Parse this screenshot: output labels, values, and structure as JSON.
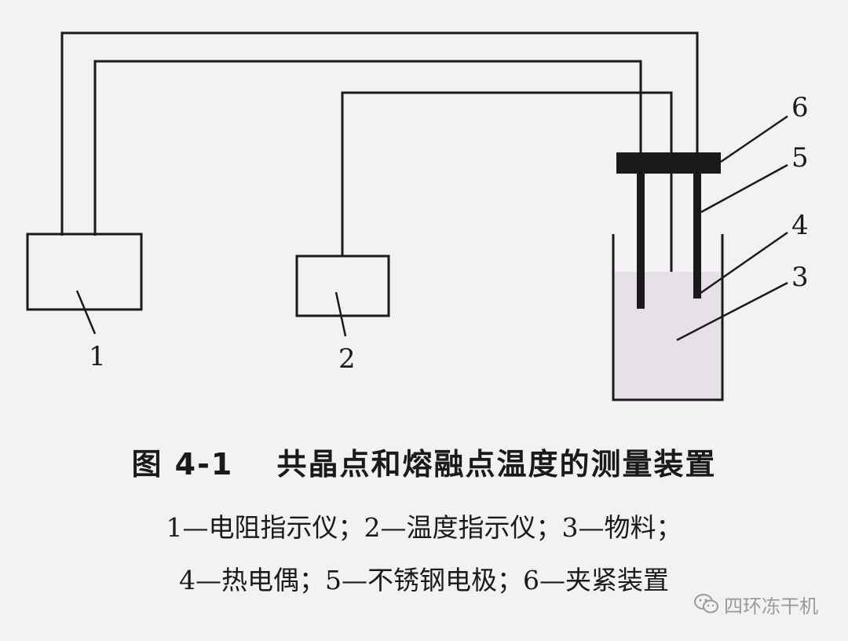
{
  "diagram": {
    "callouts": [
      "1",
      "2",
      "3",
      "4",
      "5",
      "6"
    ]
  },
  "caption": {
    "title": "图 4-1　 共晶点和熔融点温度的测量装置",
    "line1": "1—电阻指示仪；2—温度指示仪；3—物料；",
    "line2": "4—热电偶；5—不锈钢电极；6—夹紧装置"
  },
  "watermark": {
    "text": "四环冻干机",
    "icon": "wechat-icon"
  },
  "colors": {
    "ink": "#1a1a1a",
    "material_fill": "#e6e1e6",
    "background": "#f3f1f1",
    "watermark": "#9a9a9a"
  }
}
